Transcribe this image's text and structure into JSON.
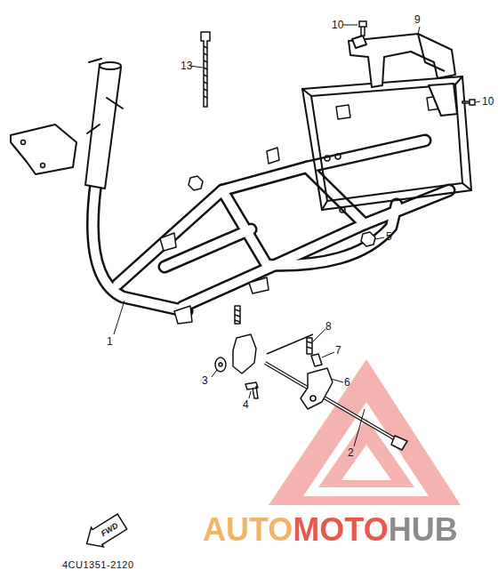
{
  "diagram": {
    "nodes": [
      {
        "text": [
          "FWD"
        ]
      }
    ],
    "labels": [
      "13",
      "10",
      "9",
      "10",
      "1",
      "5",
      "8",
      "7",
      "3",
      "6",
      "4",
      "2",
      "4CU1351-2120",
      "AUTOMOTOHUB"
    ]
  }
}
